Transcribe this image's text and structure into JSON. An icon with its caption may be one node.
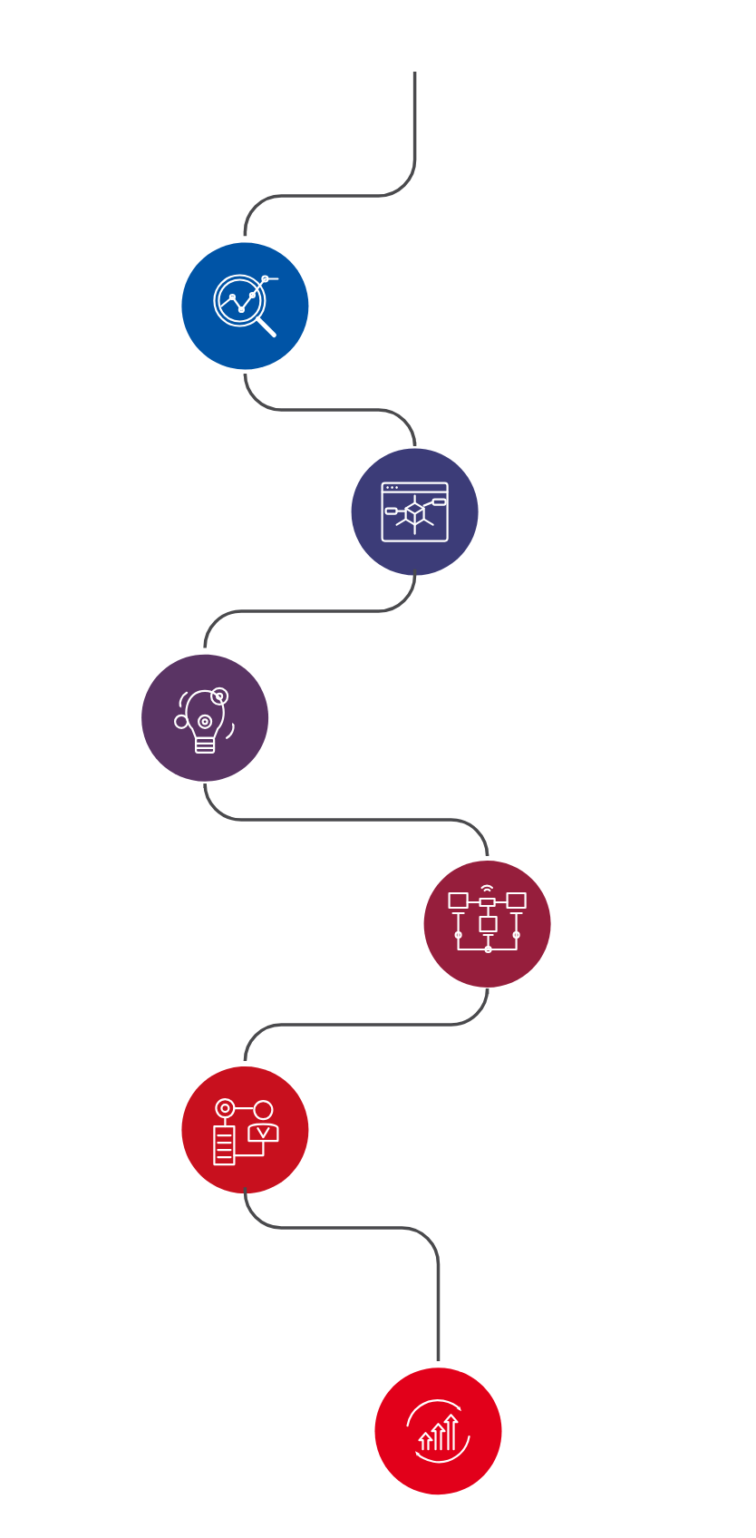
{
  "diagram": {
    "nodes": [
      {
        "text": [],
        "shape": "circle"
      },
      {
        "text": [],
        "shape": "circle"
      },
      {
        "text": [],
        "shape": "circle"
      },
      {
        "text": [],
        "shape": "circle"
      },
      {
        "text": [],
        "shape": "circle"
      },
      {
        "text": [],
        "shape": "circle"
      }
    ],
    "edges": [
      {
        "from": null,
        "to": 0,
        "arrow": "none"
      },
      {
        "from": 0,
        "to": 1,
        "arrow": "none"
      },
      {
        "from": 1,
        "to": 2,
        "arrow": "none"
      },
      {
        "from": 2,
        "to": 3,
        "arrow": "none"
      },
      {
        "from": 3,
        "to": 4,
        "arrow": "none"
      },
      {
        "from": 4,
        "to": 5,
        "arrow": "none"
      }
    ]
  }
}
